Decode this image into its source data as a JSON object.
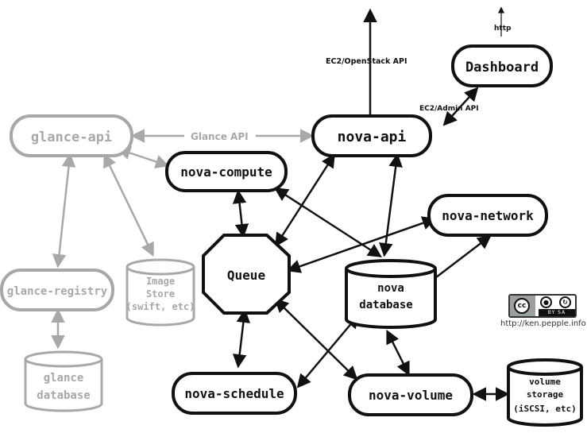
{
  "nodes": {
    "glance_api": "glance-api",
    "nova_compute": "nova-compute",
    "nova_api": "nova-api",
    "dashboard": "Dashboard",
    "nova_network": "nova-network",
    "queue": "Queue",
    "glance_registry": "glance-registry",
    "nova_schedule": "nova-schedule",
    "nova_volume": "nova-volume"
  },
  "databases": {
    "image_store": [
      "Image",
      "Store",
      "(swift, etc)"
    ],
    "nova_database": [
      "nova",
      "database"
    ],
    "glance_database": [
      "glance",
      "database"
    ],
    "volume_storage": [
      "volume",
      "storage",
      "(iSCSI, etc)"
    ]
  },
  "edge_labels": {
    "glance_api": "Glance API",
    "ec2_openstack_api": "EC2/OpenStack API",
    "ec2_admin_api": "EC2/Admin API",
    "http": "http"
  },
  "license": {
    "badge_cc": "cc",
    "badge_words": "BY   SA",
    "credit": "http://ken.pepple.info"
  },
  "colors": {
    "active": "#111111",
    "glance": "#a8a8a8"
  }
}
